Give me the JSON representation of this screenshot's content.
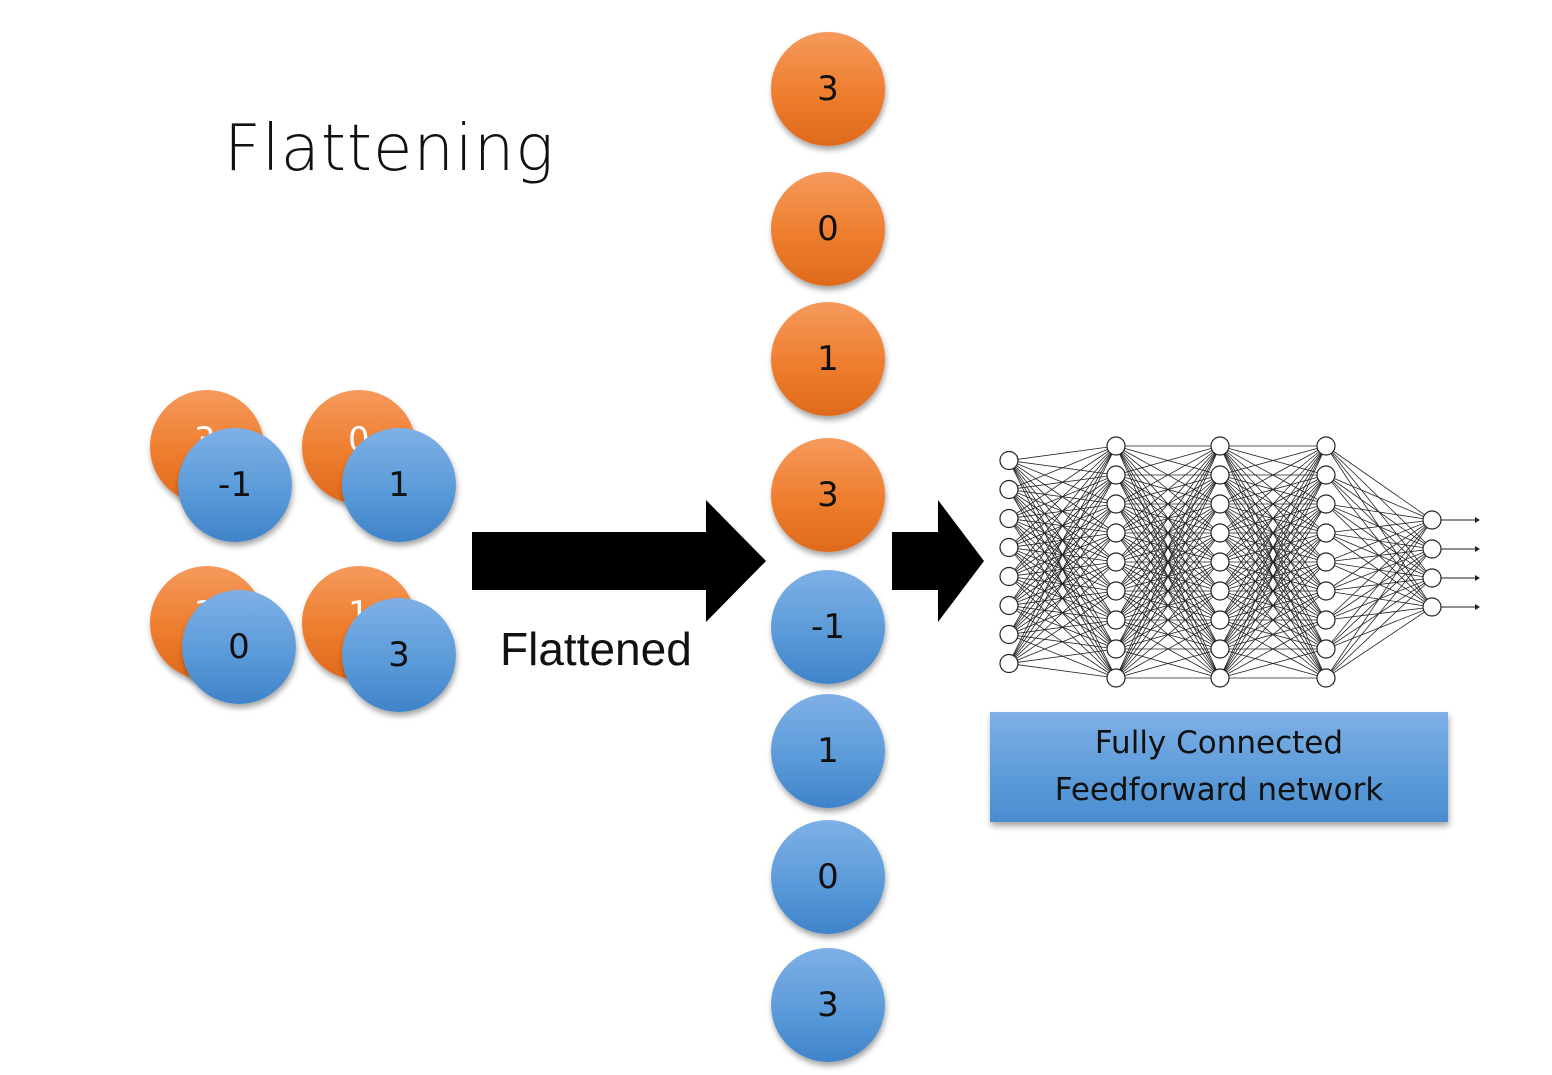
{
  "title": "Flattening",
  "feature_maps": {
    "back_layer": [
      "3",
      "0",
      "3",
      "1"
    ],
    "front_layer": [
      "-1",
      "1",
      "0",
      "3"
    ]
  },
  "arrow_label": "Flattened",
  "flattened_vector": [
    {
      "value": "3",
      "color": "orange"
    },
    {
      "value": "0",
      "color": "orange"
    },
    {
      "value": "1",
      "color": "orange"
    },
    {
      "value": "3",
      "color": "orange"
    },
    {
      "value": "-1",
      "color": "blue"
    },
    {
      "value": "1",
      "color": "blue"
    },
    {
      "value": "0",
      "color": "blue"
    },
    {
      "value": "3",
      "color": "blue"
    }
  ],
  "network": {
    "label_line1": "Fully Connected",
    "label_line2": "Feedforward network",
    "layer_sizes": [
      8,
      9,
      9,
      9,
      4
    ]
  },
  "colors": {
    "orange": "#ee7d2e",
    "blue": "#5b9bd9",
    "arrow": "#000000"
  }
}
